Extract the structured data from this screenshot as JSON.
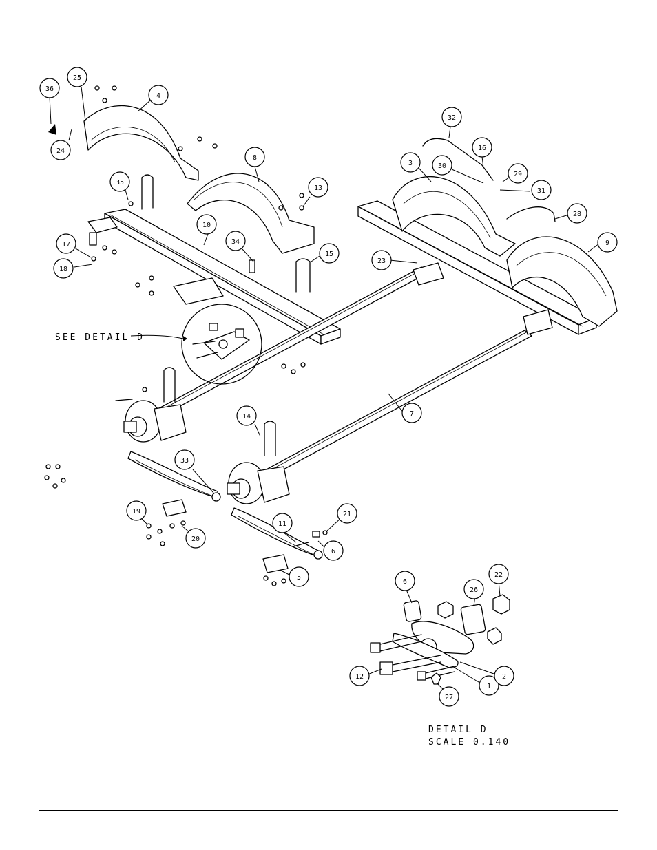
{
  "callouts": [
    {
      "id": "c36",
      "label": "36"
    },
    {
      "id": "c25",
      "label": "25"
    },
    {
      "id": "c4",
      "label": "4"
    },
    {
      "id": "c24",
      "label": "24"
    },
    {
      "id": "c8",
      "label": "8"
    },
    {
      "id": "c35",
      "label": "35"
    },
    {
      "id": "c13",
      "label": "13"
    },
    {
      "id": "c10",
      "label": "10"
    },
    {
      "id": "c34",
      "label": "34"
    },
    {
      "id": "c15",
      "label": "15"
    },
    {
      "id": "c17",
      "label": "17"
    },
    {
      "id": "c18",
      "label": "18"
    },
    {
      "id": "c32",
      "label": "32"
    },
    {
      "id": "c16",
      "label": "16"
    },
    {
      "id": "c3",
      "label": "3"
    },
    {
      "id": "c30",
      "label": "30"
    },
    {
      "id": "c29",
      "label": "29"
    },
    {
      "id": "c31",
      "label": "31"
    },
    {
      "id": "c28",
      "label": "28"
    },
    {
      "id": "c9",
      "label": "9"
    },
    {
      "id": "c23",
      "label": "23"
    },
    {
      "id": "c7",
      "label": "7"
    },
    {
      "id": "c14",
      "label": "14"
    },
    {
      "id": "c33",
      "label": "33"
    },
    {
      "id": "c19",
      "label": "19"
    },
    {
      "id": "c20",
      "label": "20"
    },
    {
      "id": "c11",
      "label": "11"
    },
    {
      "id": "c21",
      "label": "21"
    },
    {
      "id": "c6a",
      "label": "6"
    },
    {
      "id": "c5",
      "label": "5"
    },
    {
      "id": "c6b",
      "label": "6"
    },
    {
      "id": "c26",
      "label": "26"
    },
    {
      "id": "c22",
      "label": "22"
    },
    {
      "id": "c12",
      "label": "12"
    },
    {
      "id": "c1",
      "label": "1"
    },
    {
      "id": "c2",
      "label": "2"
    },
    {
      "id": "c27",
      "label": "27"
    }
  ],
  "notes": {
    "see_detail": "SEE DETAIL  D",
    "detail_title": "DETAIL  D",
    "detail_scale": "SCALE  0.140"
  }
}
